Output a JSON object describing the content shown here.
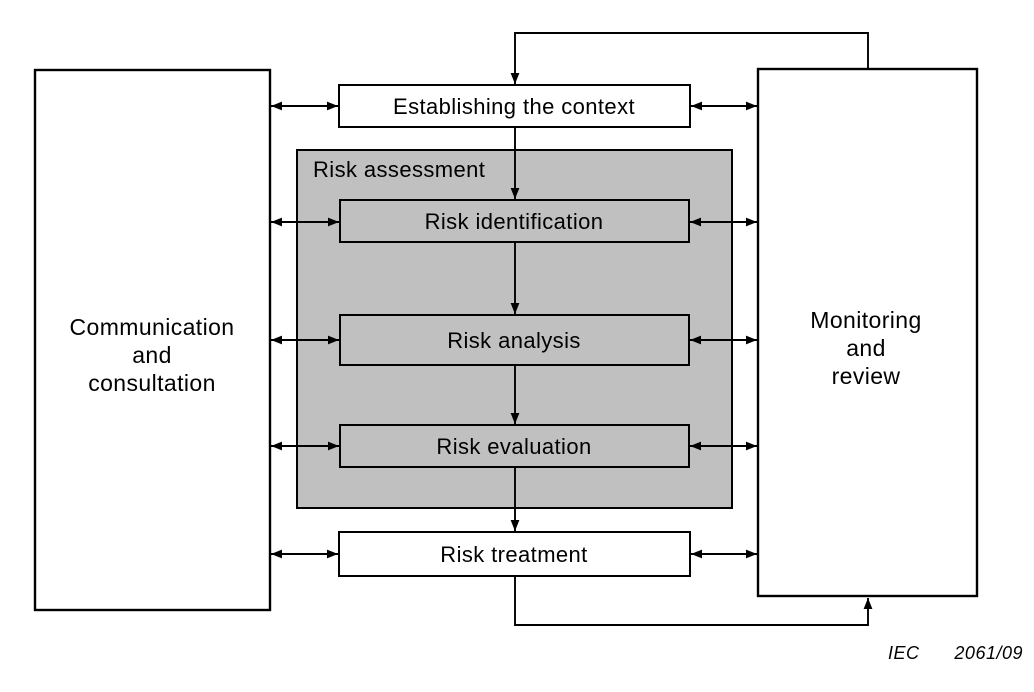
{
  "diagram": {
    "nodes": {
      "communication": {
        "line1": "Communication",
        "line2": "and",
        "line3": "consultation"
      },
      "monitoring": {
        "line1": "Monitoring",
        "line2": "and",
        "line3": "review"
      },
      "context": {
        "label": "Establishing the context"
      },
      "assessment": {
        "label": "Risk assessment"
      },
      "identification": {
        "label": "Risk identification"
      },
      "analysis": {
        "label": "Risk analysis"
      },
      "evaluation": {
        "label": "Risk evaluation"
      },
      "treatment": {
        "label": "Risk treatment"
      }
    },
    "caption": {
      "part1": "IEC",
      "part2": "2061/09"
    },
    "colors": {
      "line": "#000000",
      "text": "#000000",
      "assessment_fill": "#c0c0c0",
      "node_fill": "#ffffff",
      "background": "#ffffff"
    }
  }
}
